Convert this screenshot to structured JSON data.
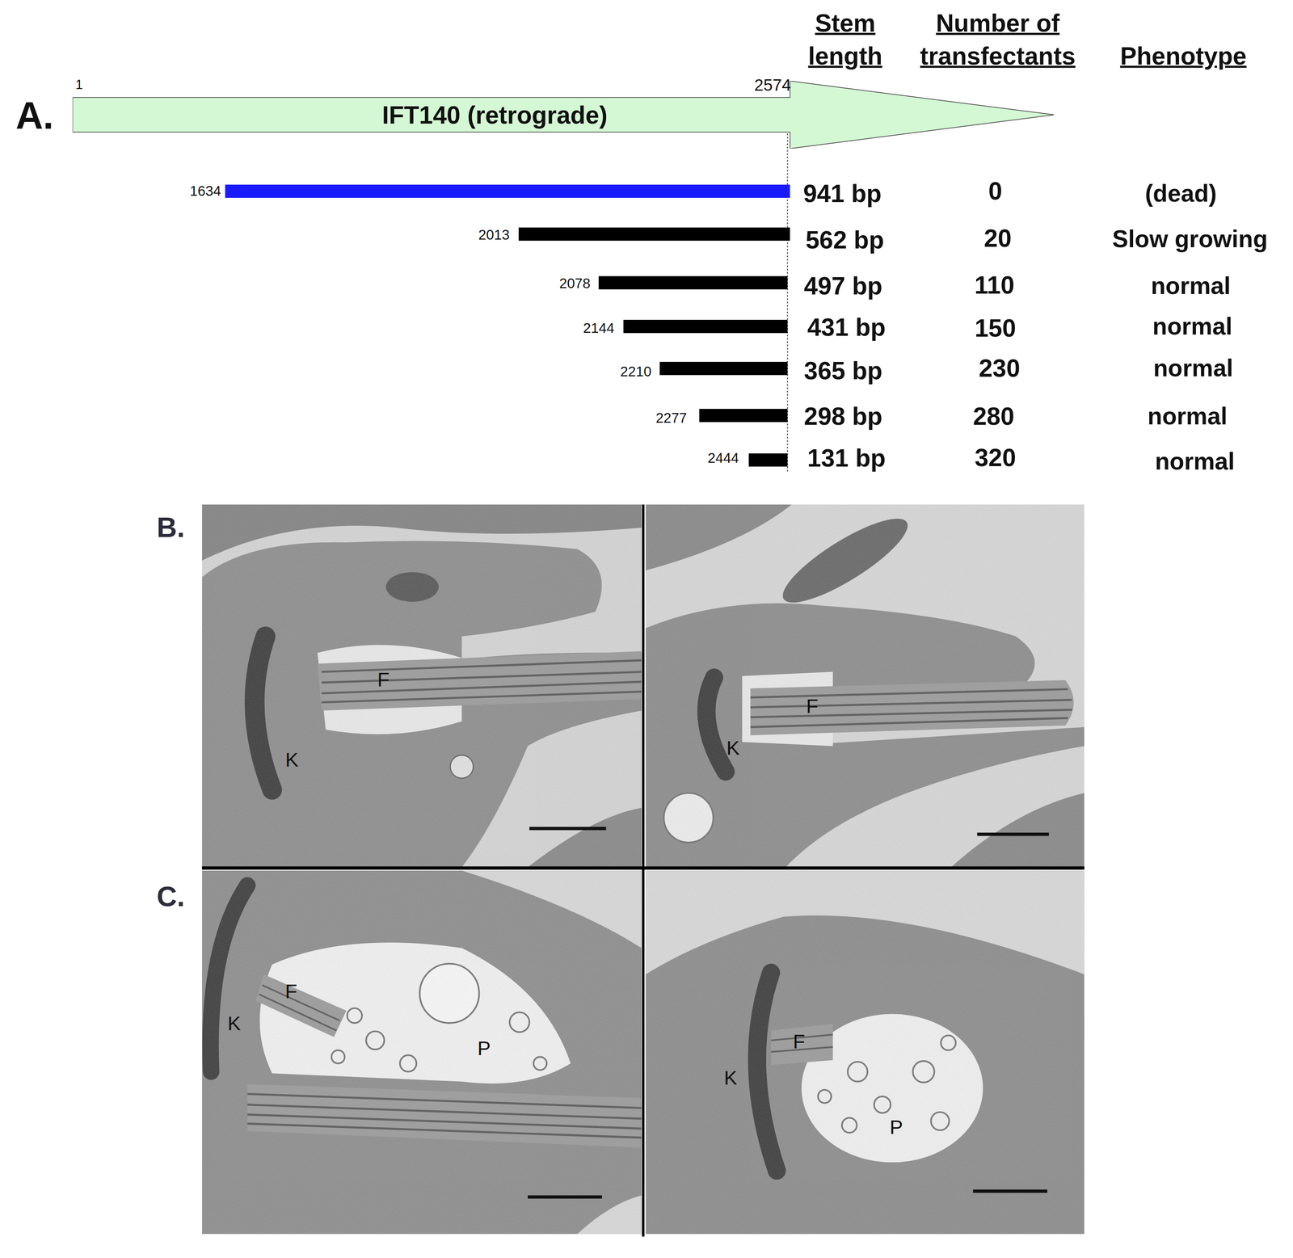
{
  "diagram": {
    "nodes": [
      {
        "text": [
          "IFT140 (retrograde)"
        ]
      }
    ],
    "labels": [
      "A.",
      "1",
      "2574",
      "Stem length",
      "Number of transfectants",
      "Phenotype",
      "1634",
      "941 bp",
      "0",
      "(dead)",
      "2013",
      "562 bp",
      "20",
      "Slow growing",
      "2078",
      "497 bp",
      "110",
      "normal",
      "2144",
      "431 bp",
      "150",
      "normal",
      "2210",
      "365 bp",
      "230",
      "normal",
      "2277",
      "298 bp",
      "280",
      "normal",
      "2444",
      "131 bp",
      "320",
      "normal",
      "B.",
      "F",
      "K",
      "F",
      "K",
      "C.",
      "F",
      "K",
      "P",
      "F",
      "K",
      "P"
    ]
  }
}
